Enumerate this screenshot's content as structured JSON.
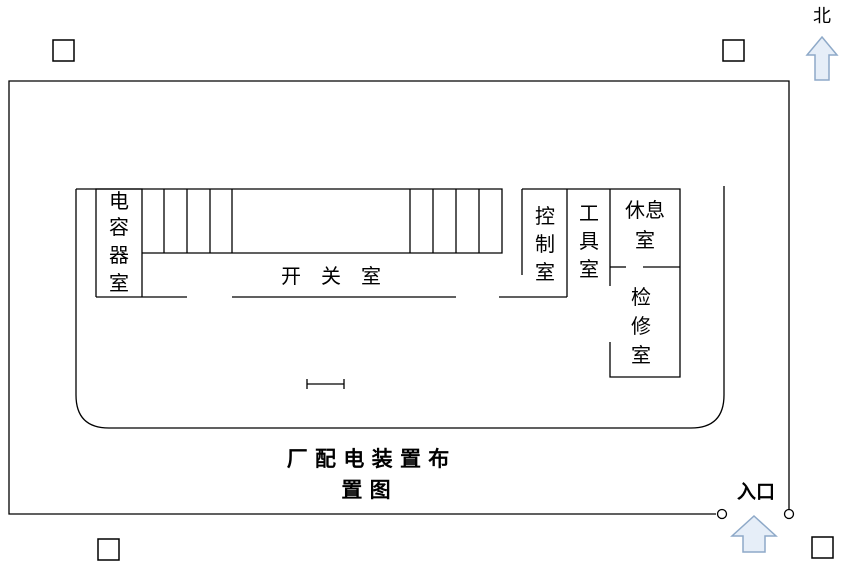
{
  "compass": {
    "north_label": "北"
  },
  "entrance": {
    "label": "入口"
  },
  "rooms": {
    "capacitor": [
      "电",
      "容",
      "器",
      "室"
    ],
    "switch": "开　关　室",
    "control": [
      "控",
      "制",
      "室"
    ],
    "tool": [
      "工",
      "具",
      "室"
    ],
    "rest": [
      "休息",
      "室"
    ],
    "repair": [
      "检",
      "修",
      "室"
    ]
  },
  "caption": {
    "line1": "厂 配 电 装 置 布",
    "line2": "置 图"
  },
  "colors": {
    "line": "#000000",
    "arrow_fill": "#e6eef8",
    "arrow_stroke": "#8ea9c8"
  }
}
